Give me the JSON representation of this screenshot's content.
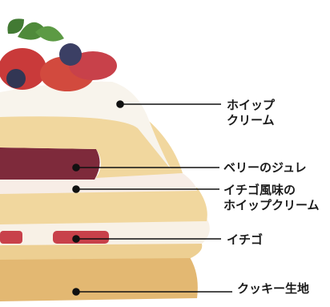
{
  "labels": {
    "whipped_cream_line1": "ホイップ",
    "whipped_cream_line2": "クリーム",
    "berry_jelly": "ベリーのジュレ",
    "strawberry_cream_line1": "イチゴ風味の",
    "strawberry_cream_line2": "ホイップクリーム",
    "strawberry": "イチゴ",
    "cookie_base": "クッキー生地"
  },
  "colors": {
    "sponge": "#f1d79e",
    "cream": "#f7f3ea",
    "jelly": "#7e2a3b",
    "strawberry": "#c8414a",
    "leader": "#111111"
  }
}
